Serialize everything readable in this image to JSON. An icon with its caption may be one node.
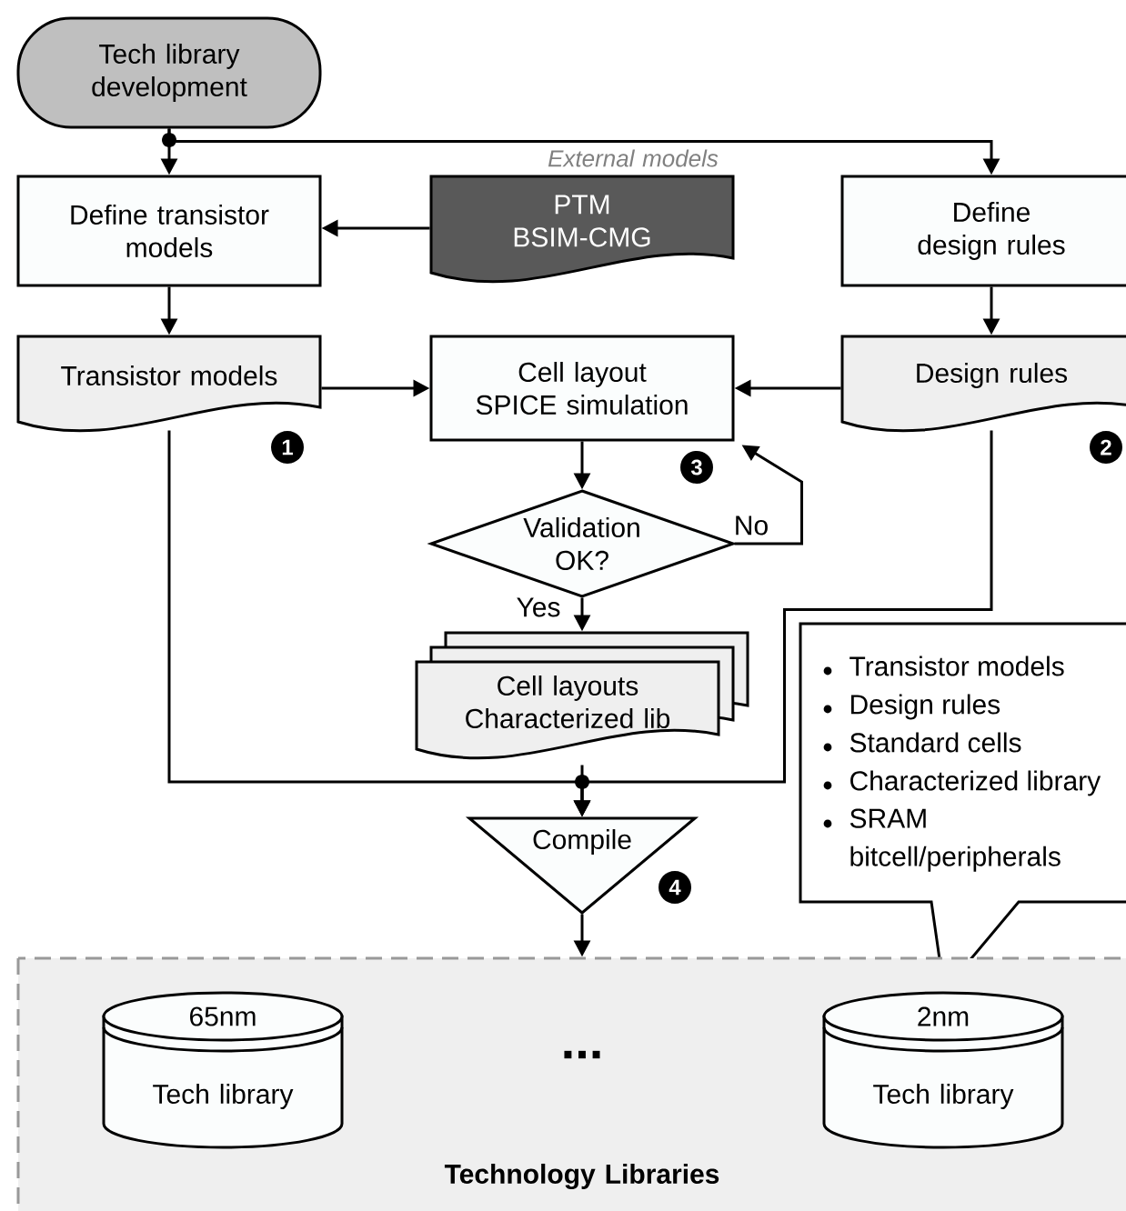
{
  "diagram": {
    "nodes": [
      {
        "text": [
          "Tech library development"
        ]
      },
      {
        "text": [
          "Define transistor models"
        ]
      },
      {
        "text": [
          "PTM BSIM-CMG"
        ],
        "beside": [
          "External models"
        ]
      },
      {
        "text": [
          "Define design rules"
        ]
      },
      {
        "text": [
          "Transistor models"
        ],
        "beside": [
          "1"
        ]
      },
      {
        "text": [
          "Cell layout SPICE simulation"
        ],
        "beside": [
          "3"
        ]
      },
      {
        "text": [
          "Design rules"
        ],
        "beside": [
          "2"
        ]
      },
      {
        "text": [
          "Validation OK?"
        ]
      },
      {
        "text": [
          "Cell layouts Characterized lib"
        ]
      },
      {
        "text": [
          "Compile"
        ],
        "beside": [
          "4"
        ]
      },
      {
        "text": [
          "Transistor models",
          "Design rules",
          "Standard cells",
          "Characterized library",
          "SRAM bitcell/peripherals"
        ]
      },
      {
        "text": [
          "Technology Libraries"
        ]
      },
      {
        "text": [
          "65nm",
          "Tech library"
        ],
        "in": 11
      },
      {
        "text": [
          "2nm",
          "Tech library"
        ],
        "in": 11
      }
    ],
    "edges": [
      {
        "from": 0,
        "to": 1,
        "arrow": "to"
      },
      {
        "from": 0,
        "to": 3,
        "arrow": "to"
      },
      {
        "from": 2,
        "to": 1,
        "arrow": "to"
      },
      {
        "from": 1,
        "to": 4,
        "arrow": "to"
      },
      {
        "from": 3,
        "to": 6,
        "arrow": "to"
      },
      {
        "from": 4,
        "to": 5,
        "arrow": "to"
      },
      {
        "from": 6,
        "to": 5,
        "arrow": "to"
      },
      {
        "from": 5,
        "to": 7,
        "arrow": "to"
      },
      {
        "from": 7,
        "to": 5,
        "arrow": "to",
        "label": "No"
      },
      {
        "from": 7,
        "to": 8,
        "arrow": "to",
        "label": "Yes"
      },
      {
        "from": 4,
        "to": 9,
        "arrow": "to"
      },
      {
        "from": 6,
        "to": 9,
        "arrow": "to"
      },
      {
        "from": 8,
        "to": 9,
        "arrow": "to"
      },
      {
        "from": 9,
        "to": 11,
        "arrow": "to"
      }
    ],
    "labels": [
      "..."
    ]
  }
}
